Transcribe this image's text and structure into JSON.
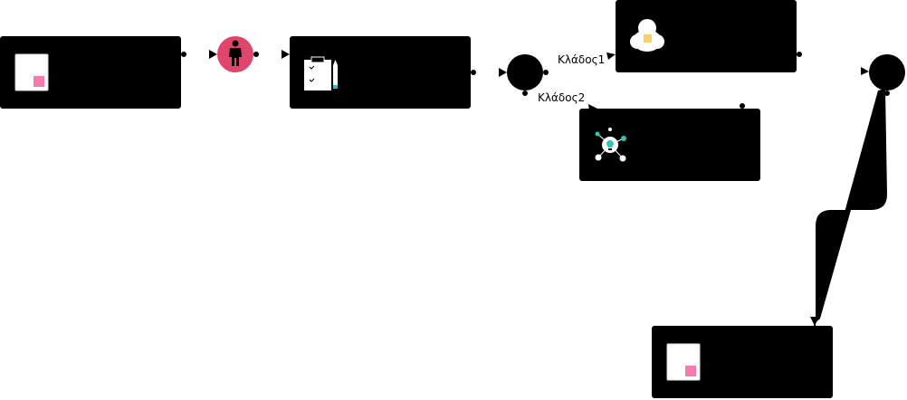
{
  "diagram": {
    "type": "workflow",
    "nodes": [
      {
        "id": "start-task",
        "kind": "task",
        "icon": "document-icon"
      },
      {
        "id": "user-event",
        "kind": "event",
        "icon": "person-icon",
        "color": "#e0456b"
      },
      {
        "id": "checklist-task",
        "kind": "task",
        "icon": "clipboard-checklist-icon"
      },
      {
        "id": "split-gateway",
        "kind": "gateway"
      },
      {
        "id": "branch1-task",
        "kind": "task",
        "icon": "cloud-icon"
      },
      {
        "id": "branch2-task",
        "kind": "task",
        "icon": "lightbulb-network-icon"
      },
      {
        "id": "merge-gateway",
        "kind": "gateway"
      },
      {
        "id": "end-task",
        "kind": "task",
        "icon": "document-icon"
      }
    ],
    "edges": [
      {
        "from": "start-task",
        "to": "user-event",
        "label": ""
      },
      {
        "from": "user-event",
        "to": "checklist-task",
        "label": ""
      },
      {
        "from": "checklist-task",
        "to": "split-gateway",
        "label": ""
      },
      {
        "from": "split-gateway",
        "to": "branch1-task",
        "label": "Κλάδος1"
      },
      {
        "from": "split-gateway",
        "to": "branch2-task",
        "label": "Κλάδος2"
      },
      {
        "from": "branch1-task",
        "to": "merge-gateway",
        "label": ""
      },
      {
        "from": "branch2-task",
        "to": "merge-gateway",
        "label": ""
      },
      {
        "from": "merge-gateway",
        "to": "end-task",
        "label": ""
      }
    ]
  },
  "colors": {
    "node_fill": "#000000",
    "event_fill": "#e0456b",
    "accent_pink": "#f57ab0",
    "accent_yellow": "#f7d26a",
    "accent_teal": "#2ec4b6"
  }
}
